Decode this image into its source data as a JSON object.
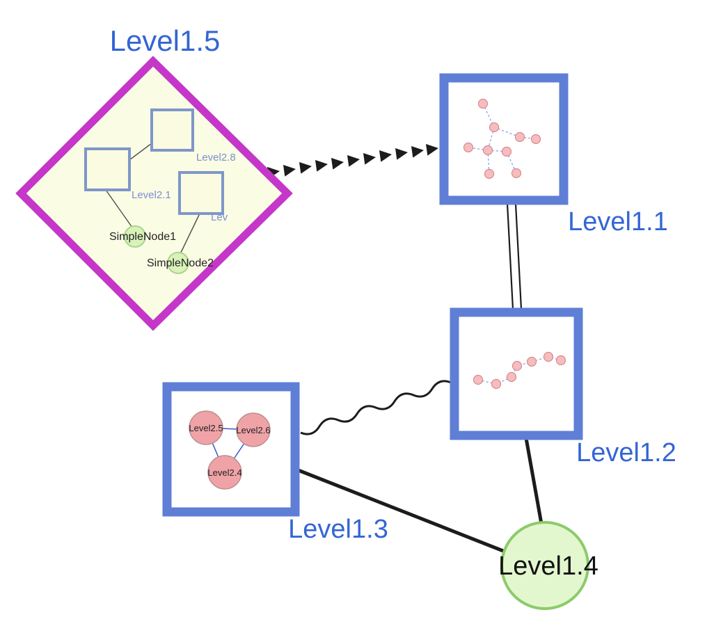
{
  "graph": {
    "nodes": {
      "level1_5": {
        "label": "Level1.5",
        "shape": "diamond-group"
      },
      "level1_1": {
        "label": "Level1.1",
        "shape": "square-group"
      },
      "level1_2": {
        "label": "Level1.2",
        "shape": "square-group"
      },
      "level1_3": {
        "label": "Level1.3",
        "shape": "square-group"
      },
      "level1_4": {
        "label": "Level1.4",
        "shape": "circle"
      },
      "level2_8": {
        "label": "Level2.8",
        "shape": "square"
      },
      "level2_1": {
        "label": "Level2.1",
        "shape": "square"
      },
      "level2_trunc": {
        "label": "Lev",
        "shape": "square"
      },
      "simple_node_1": {
        "label": "SimpleNode1",
        "shape": "circle"
      },
      "simple_node_2": {
        "label": "SimpleNode2",
        "shape": "circle"
      },
      "level2_5": {
        "label": "Level2.5",
        "shape": "circle"
      },
      "level2_6": {
        "label": "Level2.6",
        "shape": "circle"
      },
      "level2_4": {
        "label": "Level2.4",
        "shape": "circle"
      }
    },
    "edges": [
      {
        "from": "level1_5",
        "to": "level1_1",
        "style": "dashed-arrowheads"
      },
      {
        "from": "level1_1",
        "to": "level1_2",
        "style": "double-line"
      },
      {
        "from": "level1_3",
        "to": "level1_2",
        "style": "wavy"
      },
      {
        "from": "level1_3",
        "to": "level1_4",
        "style": "solid"
      },
      {
        "from": "level1_2",
        "to": "level1_4",
        "style": "solid"
      },
      {
        "from": "level2_5",
        "to": "level2_6",
        "style": "solid-blue"
      },
      {
        "from": "level2_5",
        "to": "level2_4",
        "style": "solid-blue"
      },
      {
        "from": "level2_6",
        "to": "level2_4",
        "style": "solid-blue"
      },
      {
        "from": "level2_1",
        "to": "simple_node_1",
        "style": "solid-thin"
      },
      {
        "from": "level2_trunc",
        "to": "simple_node_2",
        "style": "solid-thin"
      },
      {
        "from": "level2_8",
        "to": "level2_1",
        "style": "solid-thin"
      }
    ],
    "colors": {
      "group_label_blue": "#3465d4",
      "diamond_border": "#c437c9",
      "diamond_fill": "#fbfce4",
      "box_border": "#5f7fd6",
      "inner_square_border": "#7e97c9",
      "inner_square_fill": "#fafbe0",
      "inner_label_blue": "#7c8fd0",
      "green_node_fill": "#daf2ba",
      "green_node_border": "#aad48e",
      "level1_4_fill": "#e3f7cf",
      "level1_4_border": "#8ccb6b",
      "pink_node_fill": "#f0a3a7",
      "pink_mini_fill": "#f6bdbf",
      "pink_mini_border": "#d9898d",
      "mini_edge_blue": "#7f99e8",
      "edge_black": "#1c1c1c"
    }
  }
}
